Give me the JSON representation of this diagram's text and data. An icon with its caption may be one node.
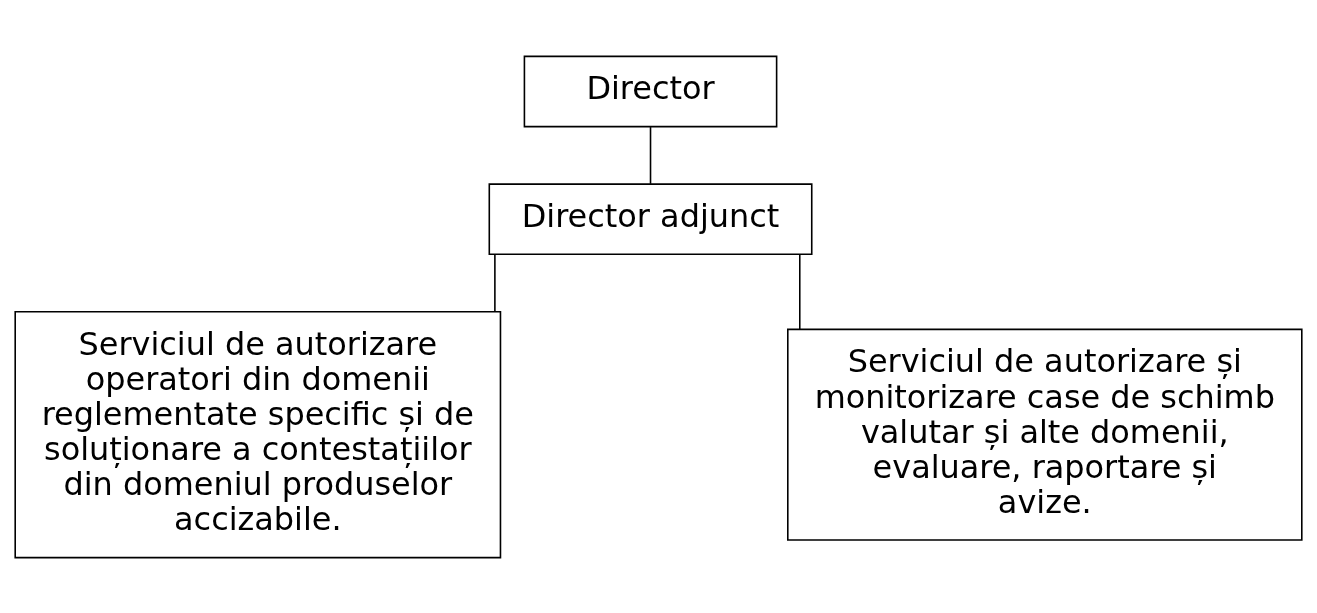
{
  "diagram": {
    "nodes": [
      {
        "text": [
          "Director"
        ]
      },
      {
        "text": [
          "Director adjunct"
        ]
      },
      {
        "text": [
          "Serviciul de autorizare operatori din domenii reglementate specific și de soluționare a contestațiilor din domeniul produselor accizabile."
        ]
      },
      {
        "text": [
          "Serviciul de autorizare și monitorizare case de schimb valutar și alte domenii, evaluare, raportare și avize."
        ]
      }
    ],
    "edges": [
      {
        "from": 0,
        "to": 1,
        "arrow": "none"
      },
      {
        "from": 1,
        "to": 2,
        "arrow": "none"
      },
      {
        "from": 1,
        "to": 3,
        "arrow": "none"
      }
    ]
  }
}
